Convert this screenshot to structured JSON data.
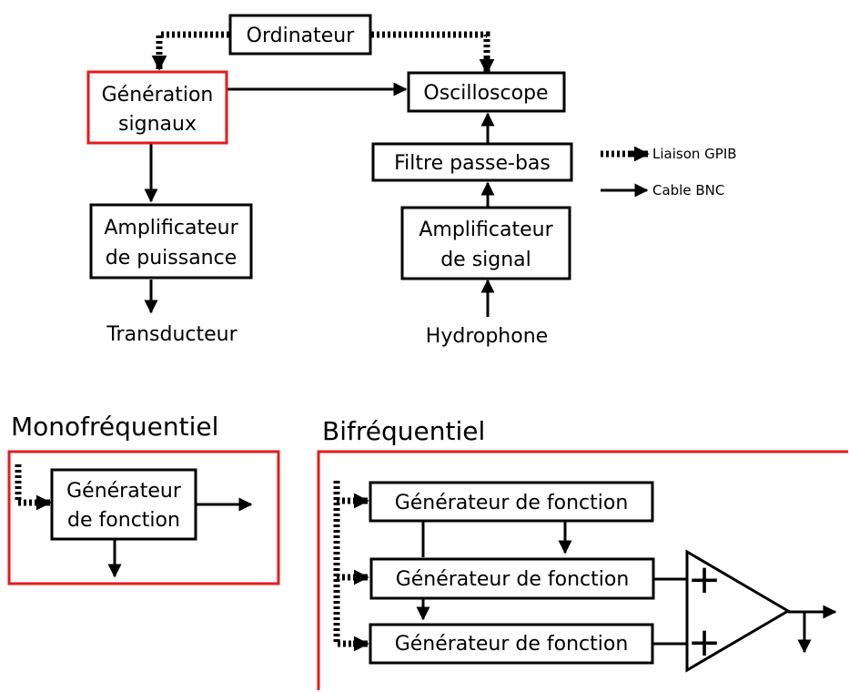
{
  "top": {
    "computer": "Ordinateur",
    "signal_gen": [
      "Génération",
      "signaux"
    ],
    "oscilloscope": "Oscilloscope",
    "lowpass": "Filtre passe-bas",
    "power_amp": [
      "Amplificateur",
      "de puissance"
    ],
    "signal_amp": [
      "Amplificateur",
      "de signal"
    ],
    "transducer": "Transducteur",
    "hydrophone": "Hydrophone"
  },
  "legend": {
    "gpib": "Liaison GPIB",
    "bnc": "Cable BNC"
  },
  "mono": {
    "title": "Monofréquentiel",
    "generator": [
      "Générateur",
      "de fonction"
    ]
  },
  "bi": {
    "title": "Bifréquentiel",
    "generators": [
      "Générateur de fonction",
      "Générateur de fonction",
      "Générateur de fonction"
    ],
    "plus": "+"
  },
  "colors": {
    "highlight": "#e81a1a",
    "ink": "#000000"
  }
}
